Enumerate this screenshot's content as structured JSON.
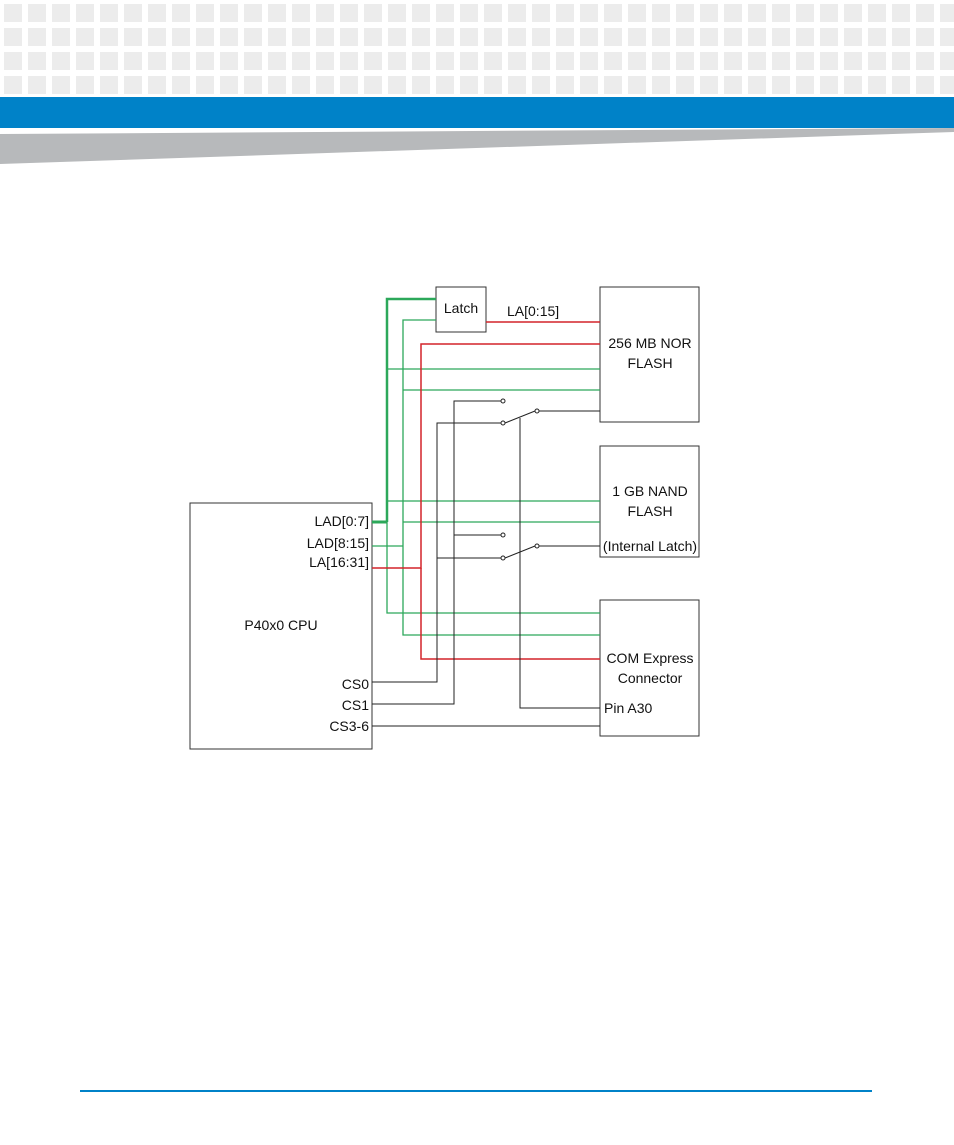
{
  "colors": {
    "brand_blue": "#0082c8",
    "header_square": "#ececec",
    "swoosh_grey": "#b7b9bb",
    "bus_green": "#2ca85a",
    "address_red": "#d4242a",
    "control_black": "#222222",
    "box_stroke": "#333333"
  },
  "diagram": {
    "cpu": {
      "title": "P40x0 CPU",
      "pins": {
        "lad_0_7": "LAD[0:7]",
        "lad_8_15": "LAD[8:15]",
        "la_16_31": "LA[16:31]",
        "cs0": "CS0",
        "cs1": "CS1",
        "cs3_6": "CS3-6"
      }
    },
    "latch": {
      "label": "Latch",
      "output_label": "LA[0:15]"
    },
    "nor_flash": {
      "line1": "256 MB NOR",
      "line2": "FLASH"
    },
    "nand_flash": {
      "line1": "1 GB NAND",
      "line2": "FLASH",
      "line3": "(Internal Latch)"
    },
    "com_express": {
      "line1": "COM Express",
      "line2": "Connector",
      "pin_label": "Pin A30"
    }
  }
}
